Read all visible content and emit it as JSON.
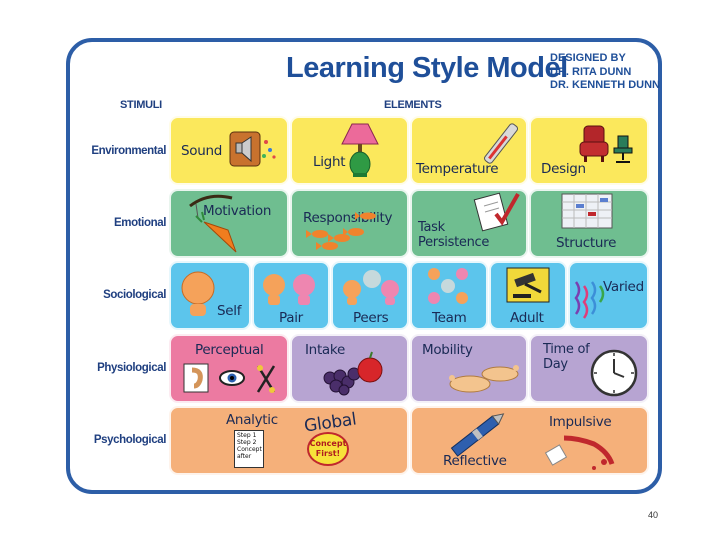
{
  "title": "Learning Style Model",
  "designed_by": [
    "DESIGNED BY",
    "DR. RITA DUNN",
    "DR. KENNETH DUNN"
  ],
  "headers": {
    "stimuli": "STIMULI",
    "elements": "ELEMENTS"
  },
  "rows": [
    {
      "label": "Environmental",
      "elements": [
        "Sound",
        "Light",
        "Temperature",
        "Design"
      ]
    },
    {
      "label": "Emotional",
      "elements": [
        "Motivation",
        "Responsibility",
        "Task Persistence",
        "Structure"
      ]
    },
    {
      "label": "Sociological",
      "elements": [
        "Self",
        "Pair",
        "Peers",
        "Team",
        "Adult",
        "Varied"
      ]
    },
    {
      "label": "Physiological",
      "elements": [
        "Perceptual",
        "Intake",
        "Mobility",
        "Time of Day"
      ]
    },
    {
      "label": "Psychological",
      "elements": [
        "Analytic",
        "Global",
        "Reflective",
        "Impulsive"
      ]
    }
  ],
  "analytic_note": [
    "Step 1",
    "Step 2",
    "Concept after"
  ],
  "global_note": [
    "Concept",
    "First!"
  ],
  "colors": {
    "frame": "#2d5ea7",
    "environmental": "#fbe85c",
    "emotional": "#6fbe90",
    "sociological": "#5cc5ec",
    "physiological_a": "#ec7aa1",
    "physiological_b": "#b7a4d2",
    "psychological": "#f5b07a"
  },
  "page_number": "40"
}
